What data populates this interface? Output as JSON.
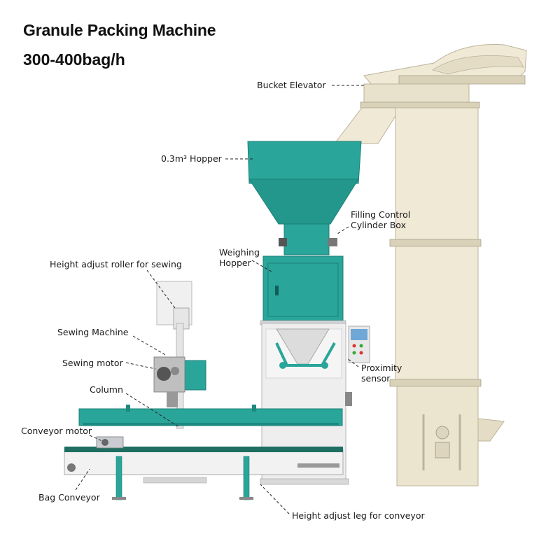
{
  "title": "Granule Packing Machine",
  "subtitle": "300-400bag/h",
  "labels": {
    "bucket_elevator": "Bucket Elevator",
    "hopper": "0.3m³ Hopper",
    "filling_control": "Filling Control\nCylinder Box",
    "weighing_hopper": "Weighing\nHopper",
    "height_adjust_roller": "Height adjust roller for sewing",
    "sewing_machine": "Sewing Machine",
    "sewing_motor": "Sewing motor",
    "column": "Column",
    "conveyor_motor": "Conveyor motor",
    "bag_conveyor": "Bag Conveyor",
    "proximity_sensor": "Proximity\nsensor",
    "height_adjust_leg": "Height adjust leg for conveyor"
  },
  "colors": {
    "teal": "#2aa59a",
    "teal_dark": "#1c8a80",
    "cream": "#efe9d6",
    "cream_dark": "#d9d1b8",
    "steel": "#c9ccd0"
  }
}
